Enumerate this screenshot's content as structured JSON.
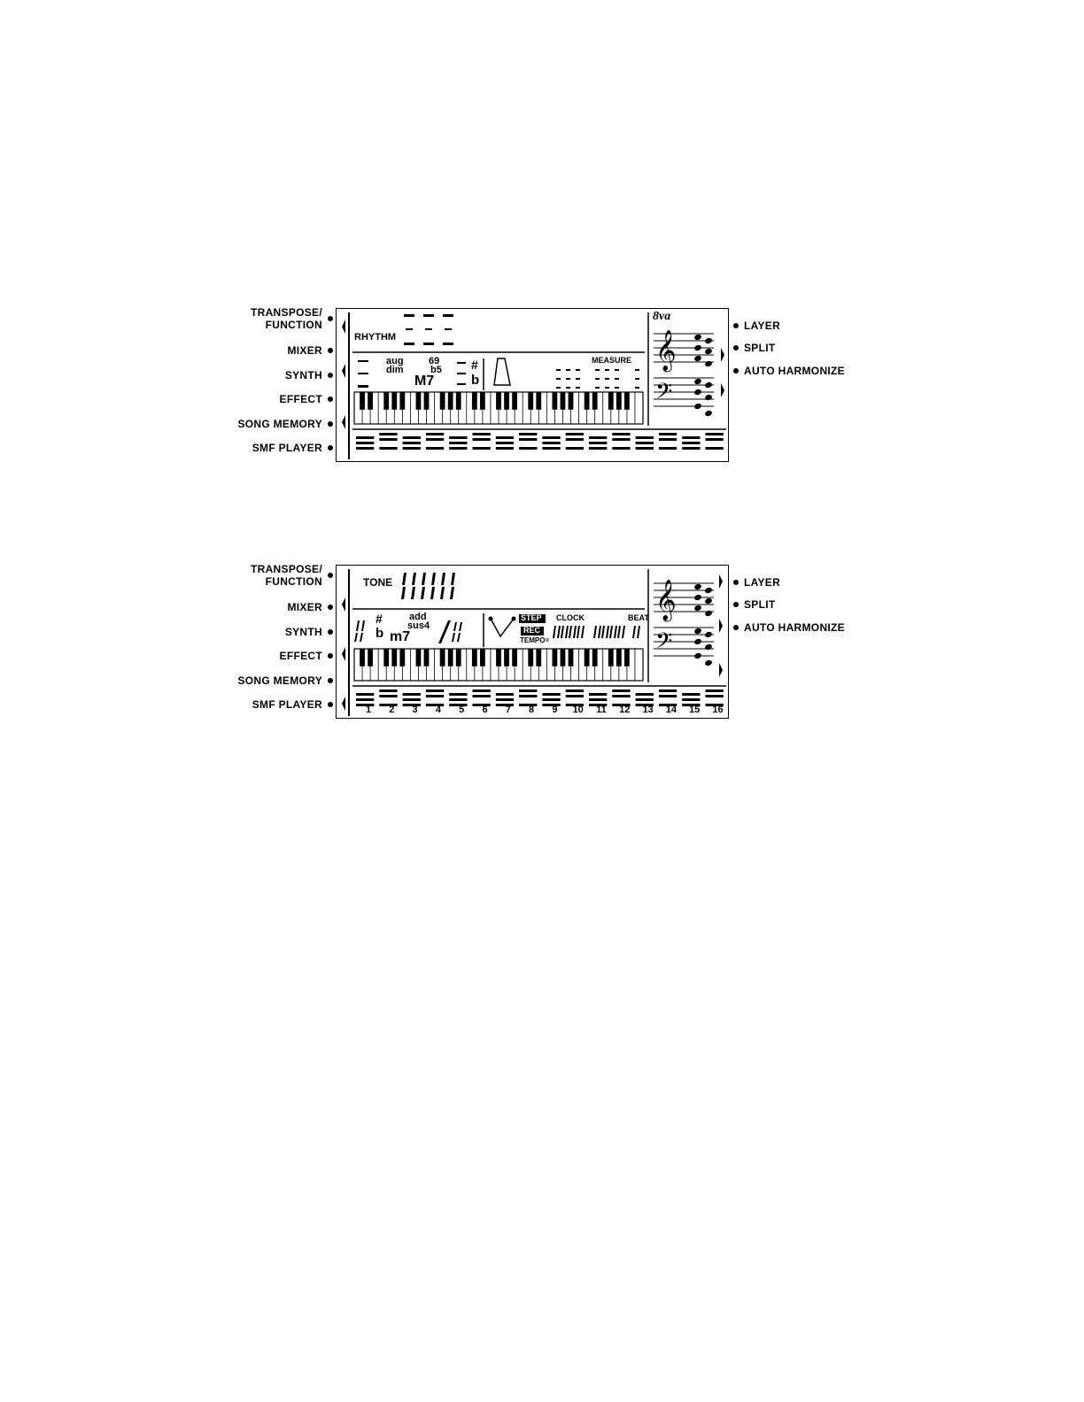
{
  "panels": [
    {
      "left_labels": [
        "TRANSPOSE/ FUNCTION",
        "MIXER",
        "SYNTH",
        "EFFECT",
        "SONG MEMORY",
        "SMF PLAYER"
      ],
      "right_labels": [
        "LAYER",
        "SPLIT",
        "AUTO HARMONIZE"
      ],
      "lcd": {
        "header_label": "RHYTHM",
        "chord_aug": "aug",
        "chord_dim": "dim",
        "chord_69": "69",
        "chord_b5": "b5",
        "chord_m7": "M7",
        "sharp": "#",
        "flat": "b",
        "measure_label": "MEASURE",
        "octave_label": "8va"
      }
    },
    {
      "left_labels": [
        "TRANSPOSE/ FUNCTION",
        "MIXER",
        "SYNTH",
        "EFFECT",
        "SONG MEMORY",
        "SMF PLAYER"
      ],
      "right_labels": [
        "LAYER",
        "SPLIT",
        "AUTO HARMONIZE"
      ],
      "lcd": {
        "header_label": "TONE",
        "chord_add": "add",
        "chord_sus4": "sus4",
        "chord_m7": "m7",
        "sharp": "#",
        "flat": "b",
        "step_label": "STEP",
        "rec_label": "REC",
        "tempo_label": "TEMPO=",
        "clock_label": "CLOCK",
        "beat_label": "BEAT",
        "track_numbers": [
          "1",
          "2",
          "3",
          "4",
          "5",
          "6",
          "7",
          "8",
          "9",
          "10",
          "11",
          "12",
          "13",
          "14",
          "15",
          "16"
        ]
      }
    }
  ]
}
